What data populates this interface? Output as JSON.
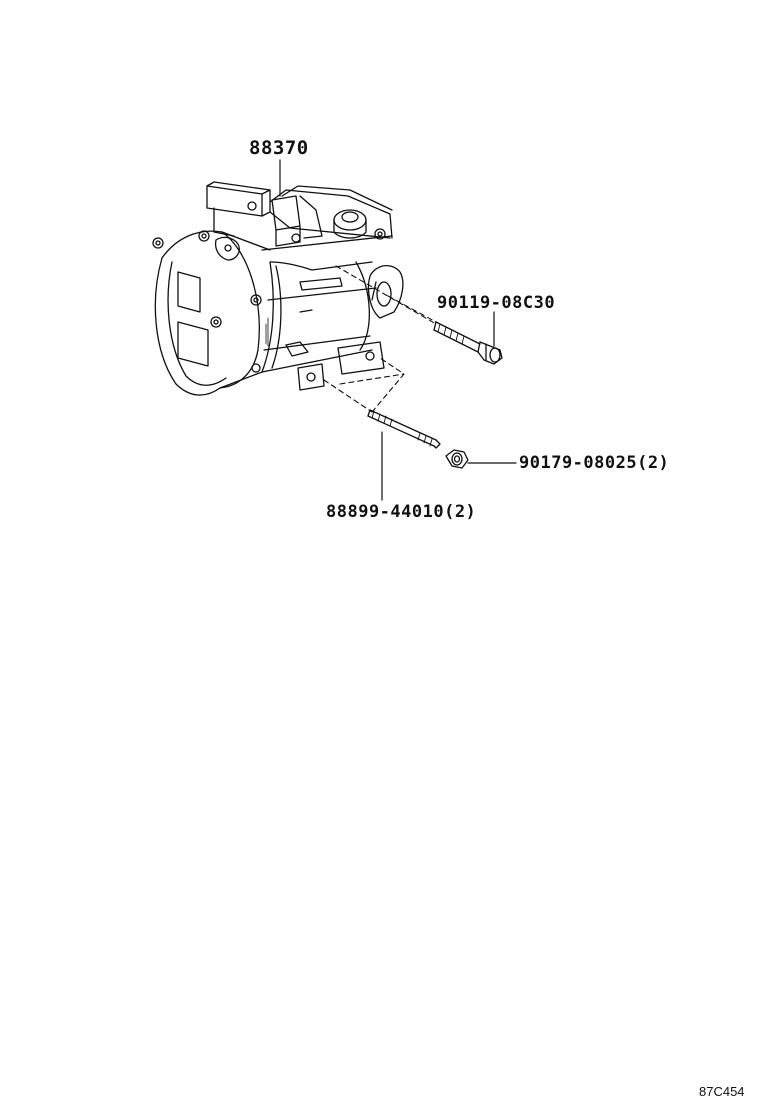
{
  "diagram": {
    "callouts": {
      "compressor": "88370",
      "bolt": "90119-08C30",
      "nut": "90179-08025(2)",
      "stud": "88899-44010(2)"
    },
    "reference_code": "87C454"
  }
}
